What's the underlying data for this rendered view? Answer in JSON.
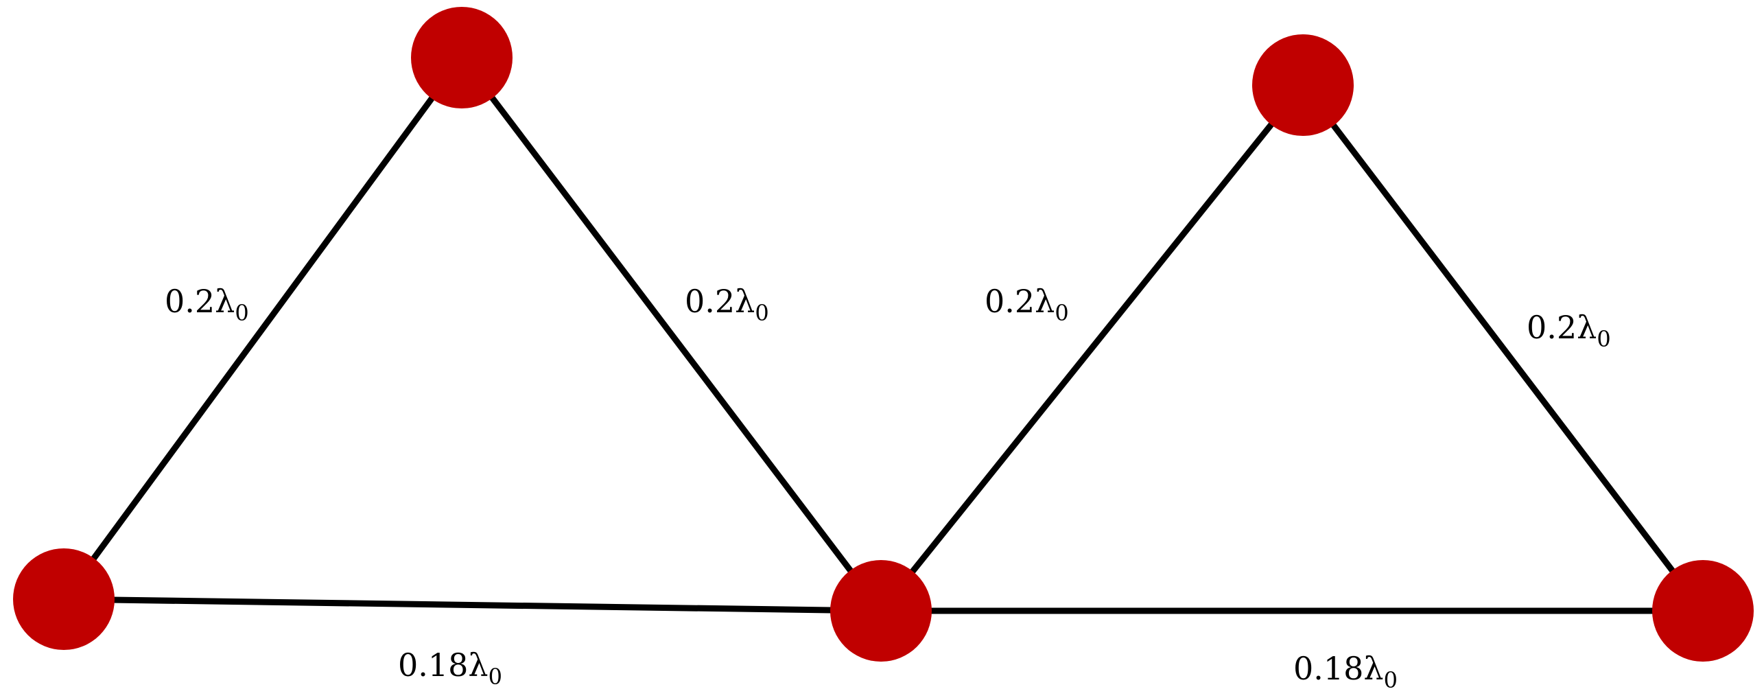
{
  "colors": {
    "node_fill": "#c00000",
    "edge_stroke": "#000000",
    "background": "#ffffff"
  },
  "nodes": [
    {
      "id": "top-left-apex"
    },
    {
      "id": "bottom-left"
    },
    {
      "id": "bottom-middle"
    },
    {
      "id": "top-right-apex"
    },
    {
      "id": "bottom-right"
    }
  ],
  "edges": [
    {
      "id": "left-triangle-left-side",
      "from": "bottom-left",
      "to": "top-left-apex",
      "length_label": {
        "value": "0.2",
        "symbol": "λ",
        "subscript": "0"
      }
    },
    {
      "id": "left-triangle-right-side",
      "from": "top-left-apex",
      "to": "bottom-middle",
      "length_label": {
        "value": "0.2",
        "symbol": "λ",
        "subscript": "0"
      }
    },
    {
      "id": "right-triangle-left-side",
      "from": "bottom-middle",
      "to": "top-right-apex",
      "length_label": {
        "value": "0.2",
        "symbol": "λ",
        "subscript": "0"
      }
    },
    {
      "id": "right-triangle-right-side",
      "from": "top-right-apex",
      "to": "bottom-right",
      "length_label": {
        "value": "0.2",
        "symbol": "λ",
        "subscript": "0"
      }
    },
    {
      "id": "left-base",
      "from": "bottom-left",
      "to": "bottom-middle",
      "length_label": {
        "value": "0.18",
        "symbol": "λ",
        "subscript": "0"
      }
    },
    {
      "id": "right-base",
      "from": "bottom-middle",
      "to": "bottom-right",
      "length_label": {
        "value": "0.18",
        "symbol": "λ",
        "subscript": "0"
      }
    }
  ]
}
